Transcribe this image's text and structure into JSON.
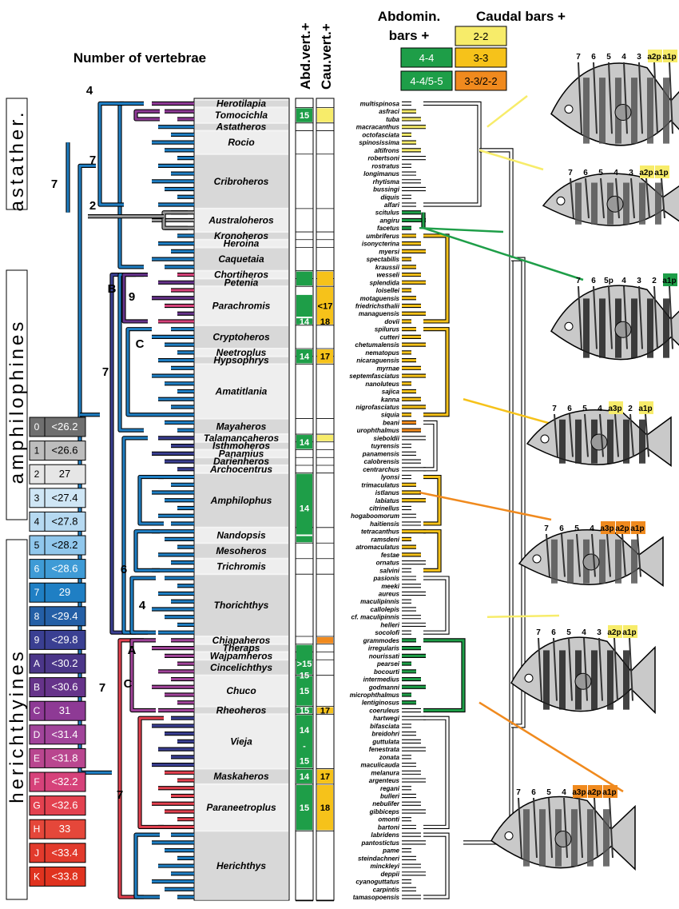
{
  "headers": {
    "vertebrae_title": "Number of vertebrae",
    "abd_col": "Abd.vert.+",
    "cau_col": "Cau.vert.+",
    "abd_bars_line1": "Abdomin.",
    "abd_bars_line2": "bars +",
    "caudal_bars": "Caudal bars +"
  },
  "bar_legend": [
    {
      "label": "2-2",
      "color": "#f7ec6a"
    },
    {
      "label": "4-4",
      "color": "#1e9e48"
    },
    {
      "label": "3-3",
      "color": "#f6c21a"
    },
    {
      "label": "4-4/5-5",
      "color": "#1e9e48"
    },
    {
      "label": "3-3/2-2",
      "color": "#f08a1e"
    }
  ],
  "vertebrae_legend": [
    {
      "code": "0",
      "value": "<26.2",
      "color": "#6f6f6f"
    },
    {
      "code": "1",
      "value": "<26.6",
      "color": "#bdbdbd"
    },
    {
      "code": "2",
      "value": "27",
      "color": "#e6e6e6"
    },
    {
      "code": "3",
      "value": "<27.4",
      "color": "#cfe6f5"
    },
    {
      "code": "4",
      "value": "<27.8",
      "color": "#b6d9f1"
    },
    {
      "code": "5",
      "value": "<28.2",
      "color": "#90c7ec"
    },
    {
      "code": "6",
      "value": "<28.6",
      "color": "#3f9bd6"
    },
    {
      "code": "7",
      "value": "29",
      "color": "#1f7fc4"
    },
    {
      "code": "8",
      "value": "<29.4",
      "color": "#245fa6"
    },
    {
      "code": "9",
      "value": "<29.8",
      "color": "#3a3f92"
    },
    {
      "code": "A",
      "value": "<30.2",
      "color": "#4b3689"
    },
    {
      "code": "B",
      "value": "<30.6",
      "color": "#66338a"
    },
    {
      "code": "C",
      "value": "31",
      "color": "#8e3a95"
    },
    {
      "code": "D",
      "value": "<31.4",
      "color": "#a1449a"
    },
    {
      "code": "E",
      "value": "<31.8",
      "color": "#b9468f"
    },
    {
      "code": "F",
      "value": "<32.2",
      "color": "#d6427a"
    },
    {
      "code": "G",
      "value": "<32.6",
      "color": "#e3414f"
    },
    {
      "code": "H",
      "value": "33",
      "color": "#e5473a"
    },
    {
      "code": "J",
      "value": "<33.4",
      "color": "#e23a2c"
    },
    {
      "code": "K",
      "value": "<33.8",
      "color": "#e0331f"
    }
  ],
  "groups": [
    "astather.",
    "amphilophines",
    "herichthyines"
  ],
  "node_labels": [
    "4",
    "7",
    "7",
    "2",
    "B",
    "9",
    "C",
    "7",
    "6",
    "4",
    "A",
    "C",
    "7",
    "7"
  ],
  "genera": [
    "Herotilapia",
    "Tomocichla",
    "Astatheros",
    "Rocio",
    "Cribroheros",
    "Australoheros",
    "Kronoheros",
    "Heroina",
    "Caquetaia",
    "Chortiheros",
    "Petenia",
    "Parachromis",
    "Cryptoheros",
    "Neetroplus",
    "Hypsophrys",
    "Amatitlania",
    "Mayaheros",
    "Talamancaheros",
    "Isthmoheros",
    "Panamius",
    "Darienheros",
    "Archocentrus",
    "Amphilophus",
    "Nandopsis",
    "Mesoheros",
    "Trichromis",
    "Thorichthys",
    "Chiapaheros",
    "Theraps",
    "Wajpamheros",
    "Cincelichthys",
    "Chuco",
    "Rheoheros",
    "Vieja",
    "Maskaheros",
    "Paraneetroplus",
    "Herichthys"
  ],
  "abd_counts": [
    "15",
    "14",
    "14",
    "14",
    "14",
    "15",
    ">15",
    "15",
    "15",
    "14",
    "-",
    "15",
    "14",
    "15"
  ],
  "cau_counts": [
    "<17",
    "18",
    "17",
    "17",
    "17",
    "18"
  ],
  "species": [
    "multispinosa",
    "asfraci",
    "tuba",
    "macracanthus",
    "octofasciata",
    "spinosissima",
    "altifrons",
    "robertsoni",
    "rostratus",
    "longimanus",
    "rhytisma",
    "bussingi",
    "diquis",
    "alfari",
    "scitulus",
    "angiru",
    "facetus",
    "umbriferus",
    "isonycterina",
    "myersi",
    "spectabilis",
    "kraussii",
    "wesseli",
    "splendida",
    "loisellei",
    "motaguensis",
    "friedrichsthalii",
    "managuensis",
    "dovii",
    "spilurus",
    "cutteri",
    "chetumalensis",
    "nematopus",
    "nicaraguensis",
    "myrnae",
    "septemfasciatus",
    "nanoluteus",
    "sajica",
    "kanna",
    "nigrofasciatus",
    "siquia",
    "beani",
    "urophthalmus",
    "sieboldii",
    "tuyrensis",
    "panamensis",
    "calobrensis",
    "centrarchus",
    "lyonsi",
    "trimaculatus",
    "istlanus",
    "labiatus",
    "citrinellus",
    "hogaboomorum",
    "haitiensis",
    "tetracanthus",
    "ramsdeni",
    "atromaculatus",
    "festae",
    "ornatus",
    "salvini",
    "pasionis",
    "meeki",
    "aureus",
    "maculipinnis",
    "callolepis",
    "cf. maculipinnis",
    "helleri",
    "socolofi",
    "grammodes",
    "irregularis",
    "nourissati",
    "pearsei",
    "bocourti",
    "intermedius",
    "godmanni",
    "microphthalmus",
    "lentiginosus",
    "coeruleus",
    "hartwegi",
    "bifasciata",
    "breidohri",
    "guttulata",
    "fenestrata",
    "zonata",
    "maculicauda",
    "melanura",
    "argenteus",
    "regani",
    "bulleri",
    "nebulifer",
    "gibbiceps",
    "omonti",
    "bartoni",
    "labridens",
    "pantostictus",
    "pame",
    "steindachneri",
    "minckleyi",
    "deppii",
    "cyanoguttatus",
    "carpintis",
    "tamasopoensis"
  ],
  "fish_labels": [
    [
      "7",
      "6",
      "5",
      "4",
      "3",
      "a2p",
      "a1p"
    ],
    [
      "7",
      "6",
      "5",
      "4",
      "3",
      "a2p",
      "a1p"
    ],
    [
      "7",
      "6",
      "5p",
      "4",
      "3",
      "2",
      "a1p"
    ],
    [
      "7",
      "6",
      "5",
      "4",
      "a3p",
      "2",
      "a1p"
    ],
    [
      "7",
      "6",
      "5",
      "4",
      "a3p",
      "a2p",
      "a1p"
    ],
    [
      "7",
      "6",
      "5",
      "4",
      "3",
      "a2p",
      "a1p"
    ],
    [
      "7",
      "6",
      "5",
      "4",
      "a3p",
      "a2p",
      "a1p"
    ]
  ]
}
